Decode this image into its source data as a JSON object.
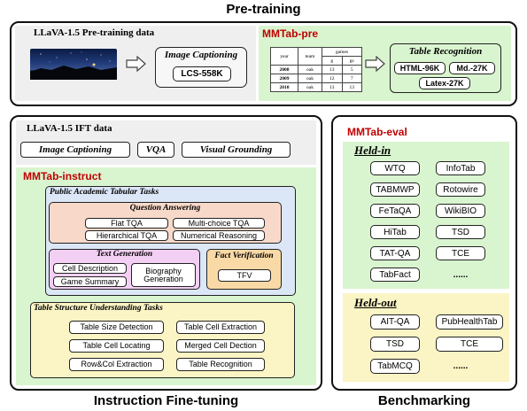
{
  "pretraining": {
    "section_title": "Pre-training",
    "llava_title": "LLaVA-1.5 Pre-training data",
    "image_captioning_label": "Image Captioning",
    "lcs_label": "LCS-558K",
    "mmtab_pre_title": "MMTab-pre",
    "table": {
      "header1": [
        "year",
        "team",
        "games"
      ],
      "header2": [
        "g",
        "gs"
      ],
      "rows": [
        [
          "2008",
          "oak",
          "13",
          "5"
        ],
        [
          "2009",
          "oak",
          "12",
          "7"
        ],
        [
          "2010",
          "oak",
          "13",
          "13"
        ]
      ]
    },
    "table_recognition_title": "Table Recognition",
    "table_recognition_items": [
      "HTML-96K",
      "Md.-27K",
      "Latex-27K"
    ]
  },
  "ift": {
    "section_title": "Instruction Fine-tuning",
    "llava_title": "LLaVA-1.5 IFT data",
    "llava_tasks": [
      "Image Captioning",
      "VQA",
      "Visual Grounding"
    ],
    "mmtab_instruct_title": "MMTab-instruct",
    "public_academic_title": "Public Academic Tabular Tasks",
    "qa_title": "Question Answering",
    "qa_items": [
      "Flat TQA",
      "Multi-choice TQA",
      "Hierarchical TQA",
      "Numerical Reasoning"
    ],
    "text_gen_title": "Text Generation",
    "text_gen_items": [
      "Cell Description",
      "Game Summary",
      "Biography Generation"
    ],
    "fact_title": "Fact Verification",
    "fact_item": "TFV",
    "tsu_title": "Table Structure Understanding Tasks",
    "tsu_items": [
      "Table Size Detection",
      "Table Cell Extraction",
      "Table Cell Locating",
      "Merged Cell Dection",
      "Row&Col Extraction",
      "Table Recognition"
    ]
  },
  "eval": {
    "section_title": "Benchmarking",
    "title": "MMTab-eval",
    "held_in_title": "Held-in",
    "held_in_items": [
      "WTQ",
      "InfoTab",
      "TABMWP",
      "Rotowire",
      "FeTaQA",
      "WikiBIO",
      "HiTab",
      "TSD",
      "TAT-QA",
      "TCE",
      "TabFact",
      "......"
    ],
    "held_out_title": "Held-out",
    "held_out_items": [
      "AIT-QA",
      "PubHealthTab",
      "TSD",
      "TCE",
      "TabMCQ",
      "......"
    ]
  },
  "colors": {
    "green_bg": "#d9f5cf",
    "gray_bg": "#efefef",
    "blue_bg": "#dbe6f7",
    "salmon_bg": "#f8d9c9",
    "pink_bg": "#f4cff4",
    "orange_bg": "#f9d9a6",
    "yellow_bg": "#fbf4c4",
    "red_title": "#c00000"
  }
}
